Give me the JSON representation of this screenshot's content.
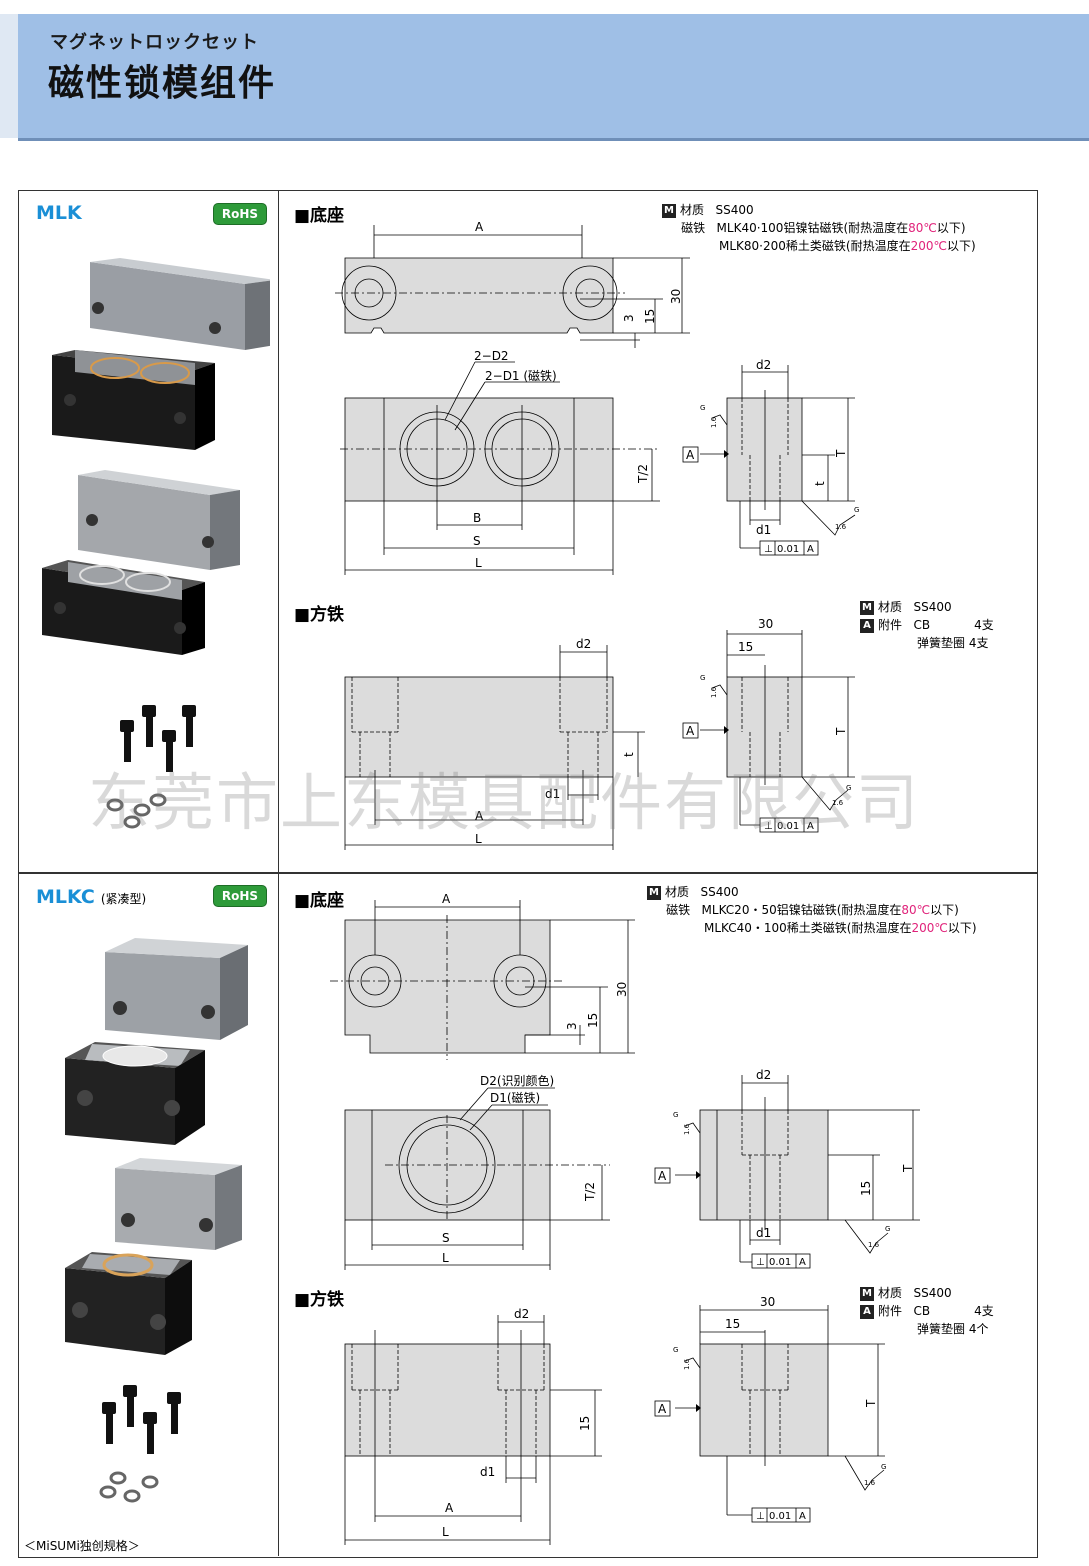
{
  "header": {
    "subtitle": "マグネットロックセット",
    "title": "磁性锁模组件"
  },
  "products": [
    {
      "name": "MLK",
      "note": "",
      "rohs": "RoHS",
      "base": {
        "heading": "■底座",
        "spec": {
          "material_label": "材质",
          "material": "SS400",
          "magnet_label": "磁铁",
          "magnet_line1_pre": "MLK40·100铝镍钴磁铁(耐热温度在",
          "magnet_line1_temp": "80℃",
          "magnet_line1_post": "以下)",
          "magnet_line2_pre": "MLK80·200稀土类磁铁(耐热温度在",
          "magnet_line2_temp": "200℃",
          "magnet_line2_post": "以下)"
        }
      },
      "iron": {
        "heading": "■方铁",
        "spec": {
          "material_label": "材质",
          "material": "SS400",
          "acc_label": "附件",
          "acc1_name": "CB",
          "acc1_qty": "4支",
          "acc2_name": "弹簧垫圈",
          "acc2_qty": "4支"
        }
      }
    },
    {
      "name": "MLKC",
      "note": "(紧凑型)",
      "rohs": "RoHS",
      "base": {
        "heading": "■底座",
        "spec": {
          "material_label": "材质",
          "material": "SS400",
          "magnet_label": "磁铁",
          "magnet_line1_pre": "MLKC20・50铝镍钴磁铁(耐热温度在",
          "magnet_line1_temp": "80℃",
          "magnet_line1_post": "以下)",
          "magnet_line2_pre": "MLKC40・100稀土类磁铁(耐热温度在",
          "magnet_line2_temp": "200℃",
          "magnet_line2_post": "以下)"
        }
      },
      "iron": {
        "heading": "■方铁",
        "spec": {
          "material_label": "材质",
          "material": "SS400",
          "acc_label": "附件",
          "acc1_name": "CB",
          "acc1_qty": "4支",
          "acc2_name": "弹簧垫圈",
          "acc2_qty": "4个"
        }
      }
    }
  ],
  "dims": {
    "A": "A",
    "B": "B",
    "S": "S",
    "L": "L",
    "T": "T",
    "T2": "T/2",
    "t": "t",
    "d1": "d1",
    "d2": "d2",
    "v30": "30",
    "v15": "15",
    "v3": "3",
    "twoD2": "2−D2",
    "twoD1": "2−D1 (磁铁)",
    "D2c": "D2(识别颜色)",
    "D1m": "D1(磁铁)",
    "tol": "0.01",
    "datum": "A",
    "rough": "1.6",
    "G": "G"
  },
  "watermark": "东莞市上东模具配件有限公司",
  "footer": "＜MiSUMi独创规格＞"
}
